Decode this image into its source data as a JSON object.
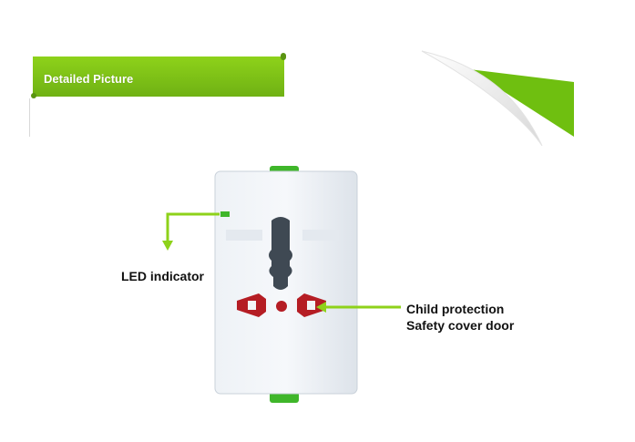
{
  "banner": {
    "title": "Detailed Picture"
  },
  "labels": {
    "led": "LED indicator",
    "child_protection": "Child protection",
    "safety_cover": "Safety cover door"
  },
  "colors": {
    "banner_green": "#7dc21e",
    "banner_dark": "#5a9412",
    "accent_green": "#8ed21a",
    "device_body": "#e9eef4",
    "socket_red": "#b51d24",
    "slot_dark": "#3f4953"
  },
  "icons": [
    "arrow-down-icon",
    "arrow-left-icon"
  ]
}
